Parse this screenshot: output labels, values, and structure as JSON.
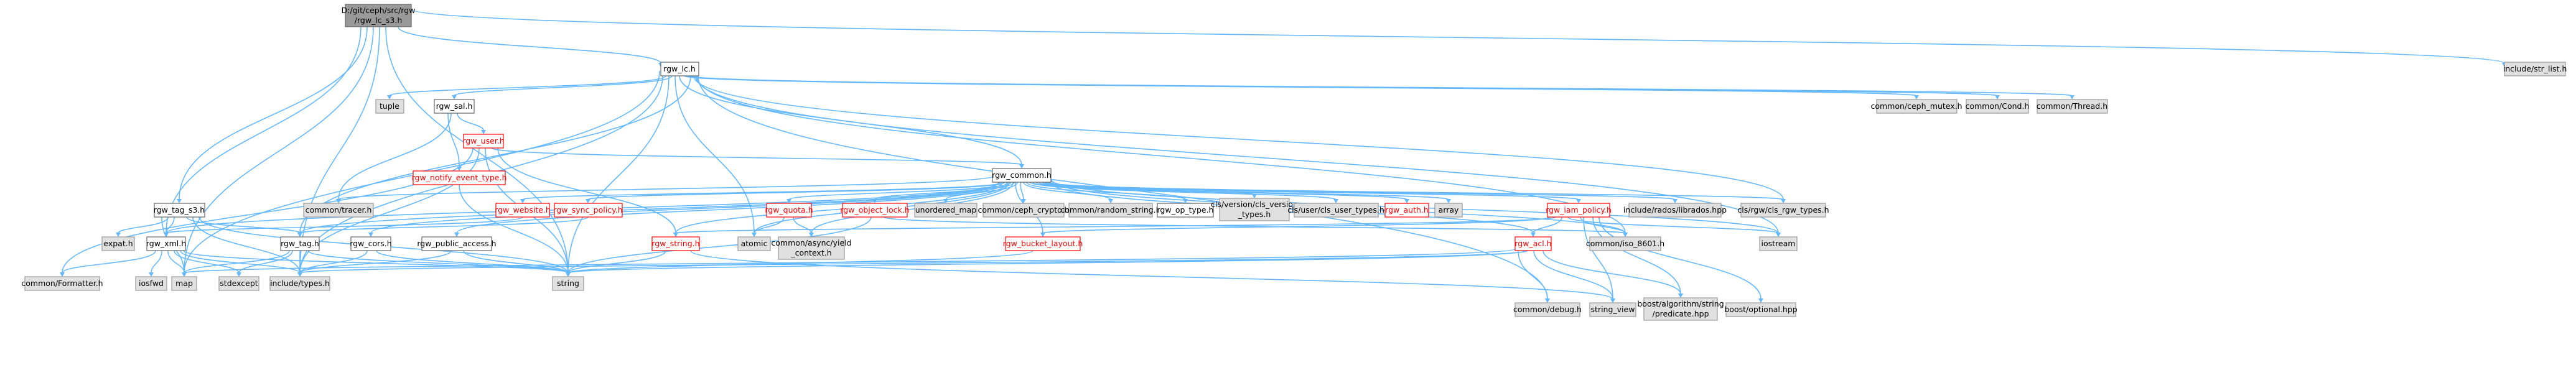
{
  "colors": {
    "edge": "#63b8ff",
    "root_fill": "#999999",
    "external_fill": "#e0e0e0",
    "internal_fill": "#ffffff",
    "truncated_border": "#ff0000"
  },
  "nodes": {
    "root": [
      "D:/git/ceph/src/rgw",
      "/rgw_lc_s3.h"
    ],
    "rgw_lc": "rgw_lc.h",
    "include_str_list": "include/str_list.h",
    "tuple": "tuple",
    "rgw_sal": "rgw_sal.h",
    "ceph_mutex": "common/ceph_mutex.h",
    "cond": "common/Cond.h",
    "thread": "common/Thread.h",
    "rgw_user": "rgw_user.h",
    "rgw_notify_event_type": "rgw_notify_event_type.h",
    "rgw_common": "rgw_common.h",
    "rgw_tag_s3": "rgw_tag_s3.h",
    "common_tracer": "common/tracer.h",
    "rgw_website": "rgw_website.h",
    "rgw_sync_policy": "rgw_sync_policy.h",
    "rgw_quota": "rgw_quota.h",
    "rgw_object_lock": "rgw_object_lock.h",
    "unordered_map": "unordered_map",
    "ceph_crypto": "common/ceph_crypto.h",
    "random_string": "common/random_string.h",
    "rgw_op_type": "rgw_op_type.h",
    "cls_version_types": [
      "cls/version/cls_version",
      "_types.h"
    ],
    "cls_user_types": "cls/user/cls_user_types.h",
    "rgw_auth": "rgw_auth.h",
    "array": "array",
    "rgw_iam_policy": "rgw_iam_policy.h",
    "librados_hpp": "include/rados/librados.hpp",
    "cls_rgw_types": "cls/rgw/cls_rgw_types.h",
    "expat": "expat.h",
    "rgw_xml": "rgw_xml.h",
    "rgw_tag": "rgw_tag.h",
    "rgw_cors": "rgw_cors.h",
    "rgw_public_access": "rgw_public_access.h",
    "rgw_string": "rgw_string.h",
    "atomic": "atomic",
    "yield_context": [
      "common/async/yield",
      "_context.h"
    ],
    "rgw_bucket_layout": "rgw_bucket_layout.h",
    "iso_8601": "common/iso_8601.h",
    "rgw_acl": "rgw_acl.h",
    "iostream": "iostream",
    "formatter": "common/Formatter.h",
    "isofwd": "iosfwd",
    "map": "map",
    "stdexcept": "stdexcept",
    "include_types": "include/types.h",
    "string": "string",
    "common_debug": "common/debug.h",
    "string_view": "string_view",
    "predicate": [
      "boost/algorithm/string",
      "/predicate.hpp"
    ],
    "boost_optional": "boost/optional.hpp"
  }
}
